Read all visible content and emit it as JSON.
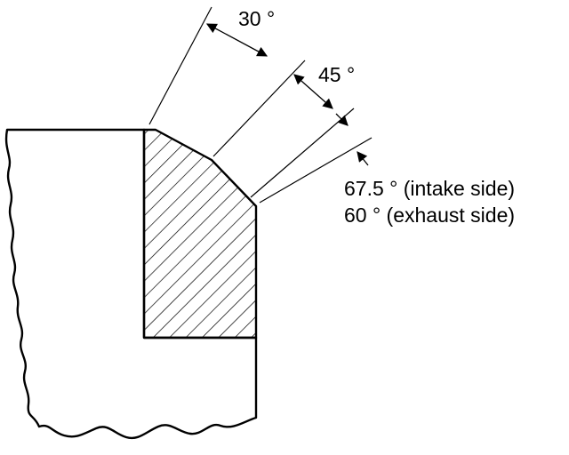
{
  "labels": {
    "angle_30": "30 °",
    "angle_45": "45 °",
    "angle_intake": "67.5 ° (intake side)",
    "angle_exhaust": "60 ° (exhaust side)"
  },
  "colors": {
    "ink": "#000000",
    "paper": "#ffffff"
  }
}
